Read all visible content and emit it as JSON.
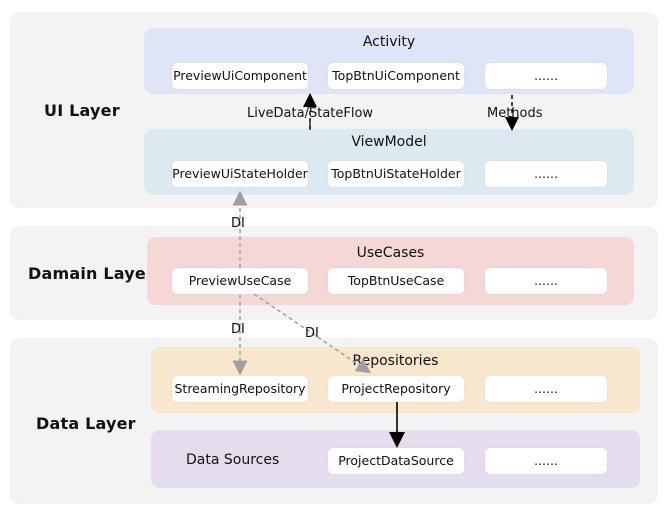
{
  "layers": {
    "ui": "UI Layer",
    "domain": "Damain Layer",
    "data": "Data Layer"
  },
  "activity": {
    "title": "Activity",
    "items": [
      "PreviewUiComponent",
      "TopBtnUiComponent",
      "......"
    ]
  },
  "viewmodel": {
    "title": "ViewModel",
    "items": [
      "PreviewUiStateHolder",
      "TopBtnUiStateHolder",
      "......"
    ]
  },
  "usecases": {
    "title": "UseCases",
    "items": [
      "PreviewUseCase",
      "TopBtnUseCase",
      "......"
    ]
  },
  "repositories": {
    "title": "Repositories",
    "items": [
      "StreamingRepository",
      "ProjectRepository",
      "......"
    ]
  },
  "datasources": {
    "title": "Data Sources",
    "items": [
      "ProjectDataSource",
      "......"
    ]
  },
  "edges": {
    "livedata": "LiveData/StateFlow",
    "methods": "Methods",
    "di_1": "DI",
    "di_2": "DI",
    "di_3": "DI"
  },
  "colors": {
    "layer_bg": "#f2f3f2",
    "activity_panel": "#dfe4f7",
    "viewmodel_panel": "#dce9f1",
    "usecases_panel": "#f5d7d6",
    "repositories_panel": "#f8e6cf",
    "datasources_panel": "#e5dded",
    "dashed_arrow": "#a0a0a0",
    "solid_arrow": "#000000"
  }
}
